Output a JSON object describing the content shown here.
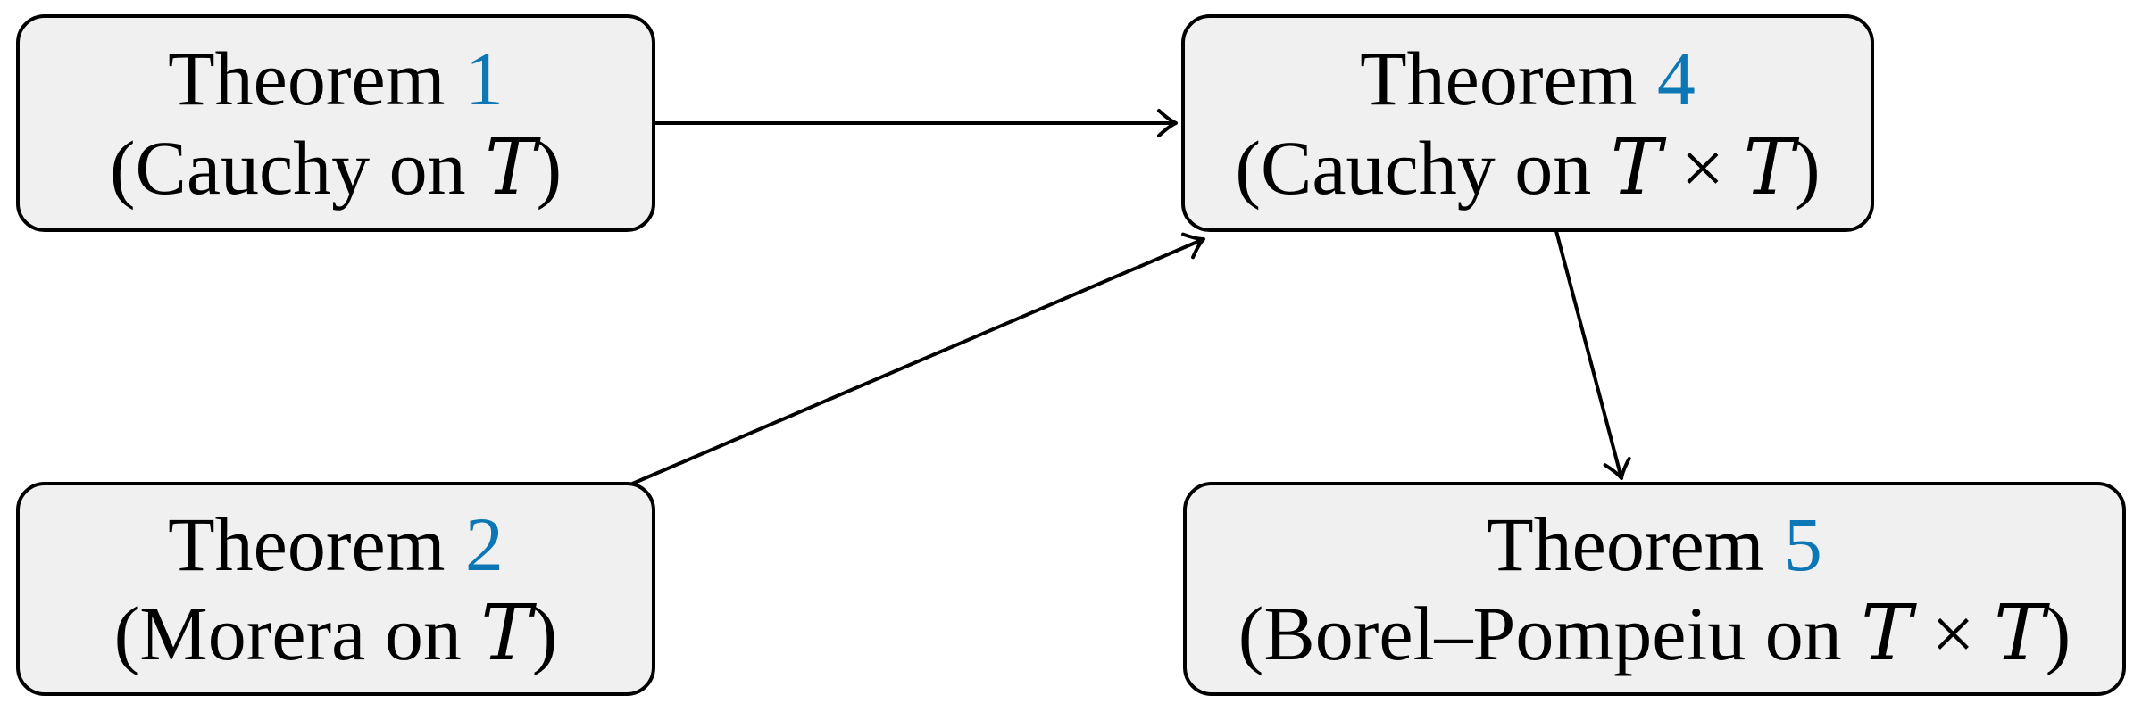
{
  "diagram": {
    "colors": {
      "box_fill": "#f0f0f0",
      "box_border": "#000000",
      "text": "#000000",
      "number_link_blue": "#0d76b4",
      "arrow": "#000000",
      "background": "#ffffff"
    },
    "nodes": [
      {
        "id": "theorem-1",
        "title": "Theorem",
        "number": "1",
        "sub": [
          "(Cauchy on ",
          "T",
          ")"
        ]
      },
      {
        "id": "theorem-4",
        "title": "Theorem",
        "number": "4",
        "sub": [
          "(Cauchy on ",
          "T",
          " × ",
          "T",
          ")"
        ]
      },
      {
        "id": "theorem-2",
        "title": "Theorem",
        "number": "2",
        "sub": [
          "(Morera on ",
          "T",
          ")"
        ]
      },
      {
        "id": "theorem-5",
        "title": "Theorem",
        "number": "5",
        "sub": [
          "(Borel–Pompeiu on ",
          "T",
          " × ",
          "T",
          ")"
        ]
      }
    ],
    "edges": [
      {
        "from": "theorem-1",
        "to": "theorem-4"
      },
      {
        "from": "theorem-2",
        "to": "theorem-4"
      },
      {
        "from": "theorem-4",
        "to": "theorem-5"
      }
    ]
  }
}
